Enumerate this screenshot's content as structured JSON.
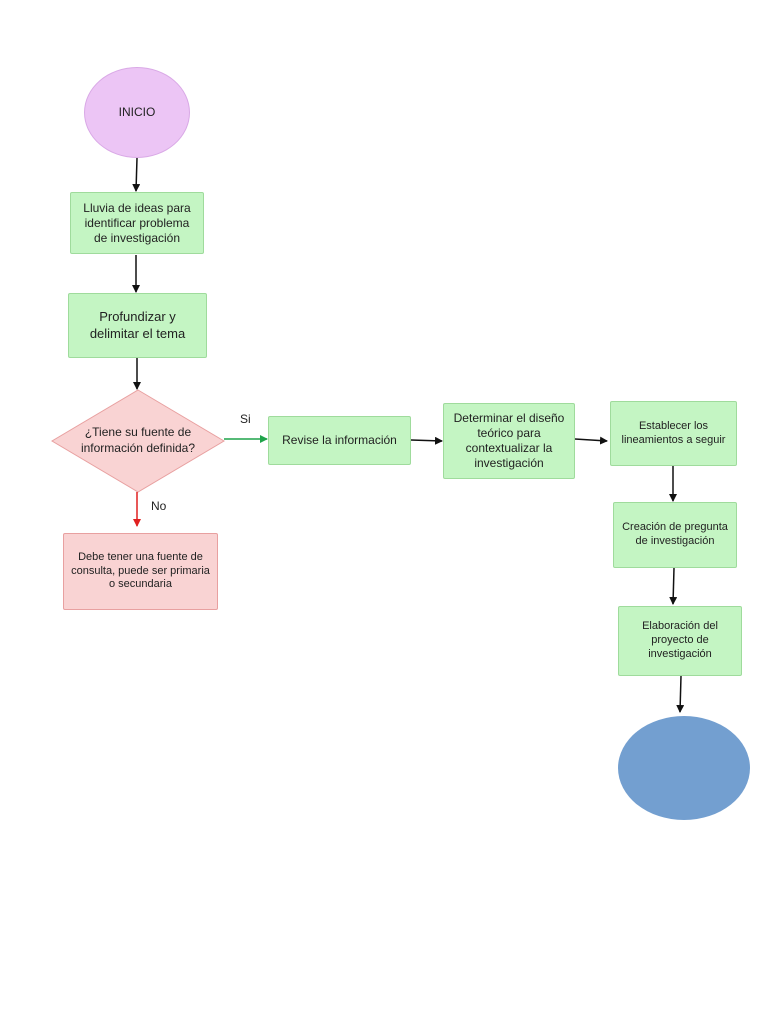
{
  "nodes": {
    "start": "INICIO",
    "step1": "Lluvia de ideas para\nidentificar problema\nde investigación",
    "step2": "Profundizar  y\ndelimitar el tema",
    "decision": "¿Tiene su fuente de\ninformación definida?",
    "revise": "Revise la información",
    "design": "Determinar el diseño\nteórico para\ncontextualizar la\ninvestigación",
    "establish": "Establecer los\nlineamientos a seguir",
    "question": "Creación de pregunta\nde investigación",
    "project": "Elaboración del\nproyecto de\ninvestigación",
    "no_source": "Debe tener una fuente de\nconsulta, puede ser primaria\no secundaria"
  },
  "edge_labels": {
    "yes": "Si",
    "no": "No"
  },
  "colors": {
    "start_fill": "#ecc5f5",
    "process_fill": "#c4f5c3",
    "warning_fill": "#f9d3d3",
    "end_fill": "#739fd0",
    "yes_edge": "#1fa34a",
    "no_edge": "#e02020",
    "edge": "#111111"
  }
}
